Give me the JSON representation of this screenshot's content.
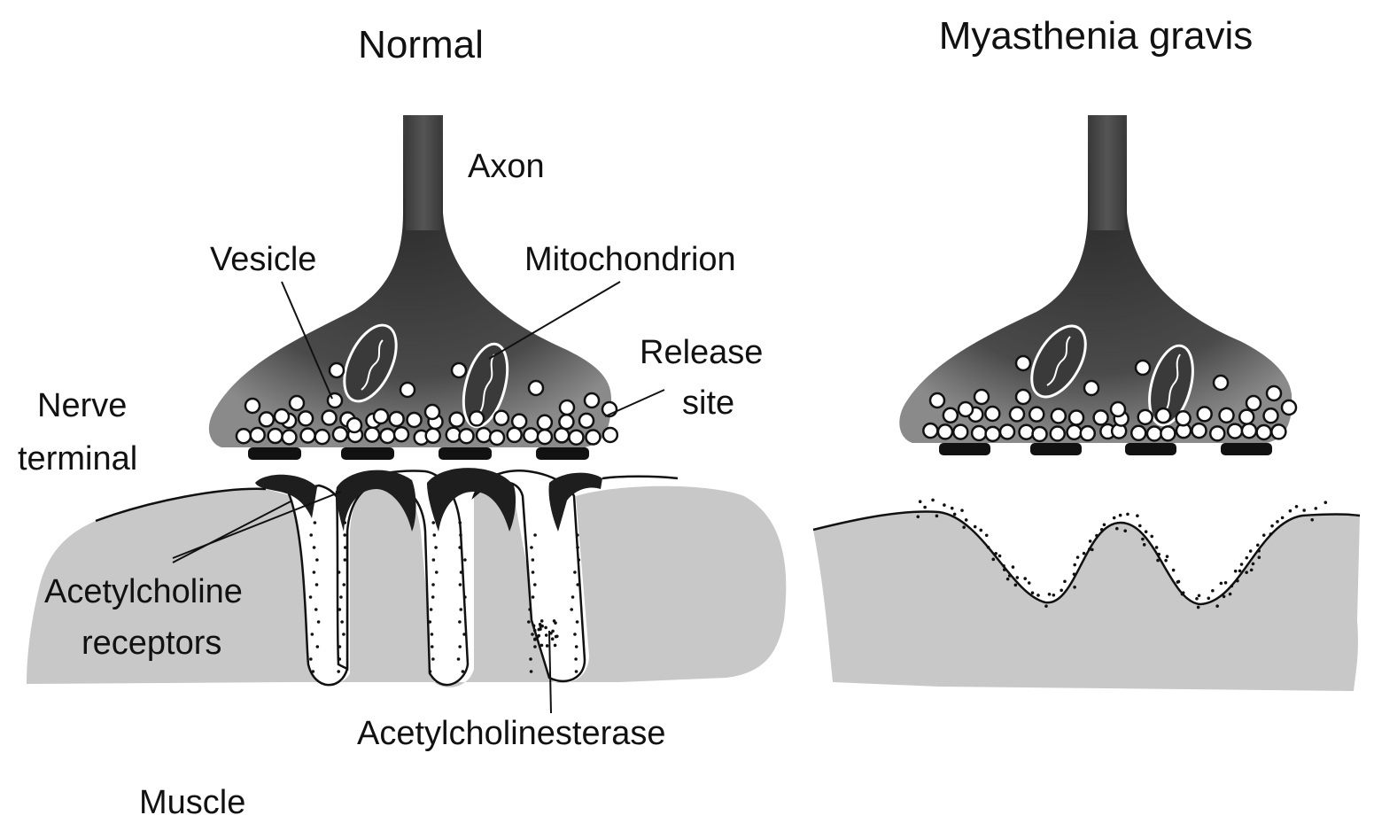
{
  "panels": {
    "normal": {
      "title": "Normal"
    },
    "mg": {
      "title": "Myasthenia gravis"
    }
  },
  "labels": {
    "axon": "Axon",
    "vesicle": "Vesicle",
    "mitochondrion": "Mitochondrion",
    "release_site_line1": "Release",
    "release_site_line2": "site",
    "nerve_terminal_line1": "Nerve",
    "nerve_terminal_line2": "terminal",
    "ach_receptors_line1": "Acetylcholine",
    "ach_receptors_line2": "receptors",
    "acetylcholinesterase": "Acetylcholinesterase",
    "muscle": "Muscle"
  },
  "colors": {
    "nerve_dark": "#2e2e2e",
    "nerve_mid": "#6a6a6a",
    "muscle_gray": "#c8c8c8",
    "ink": "#111111",
    "background": "#ffffff"
  }
}
